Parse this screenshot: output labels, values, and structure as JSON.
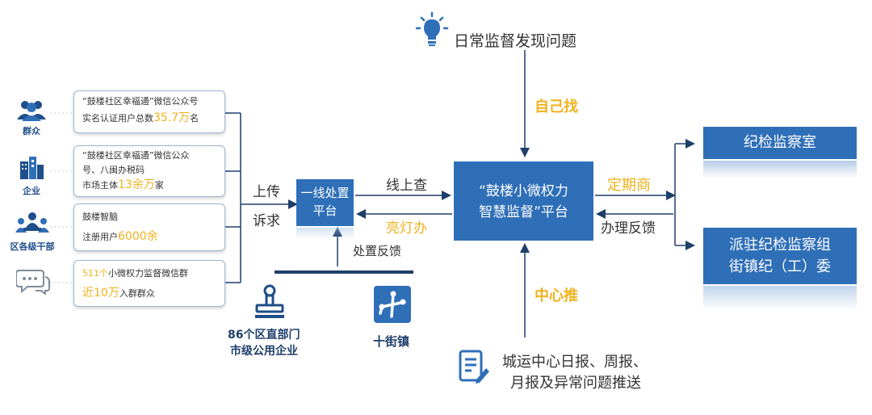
{
  "left_items": [
    {
      "icon": "people-icon",
      "label": "群众",
      "line1": "“鼓楼社区幸福通”微信公众号",
      "line2_pre": "实名认证用户总数",
      "line2_num": "35.7万",
      "line2_post": "名"
    },
    {
      "icon": "building-icon",
      "label": "企业",
      "line1": "“鼓楼社区幸福通”微信公众",
      "line1b": "号、八闽办税码",
      "line2_pre": "市场主体",
      "line2_num": "13余万",
      "line2_post": "家"
    },
    {
      "icon": "meeting-icon",
      "label": "区各级干部",
      "line1": "鼓楼智脑",
      "line2_pre": "注册用户",
      "line2_num": "6000余",
      "line2_post": ""
    },
    {
      "icon": "chat-icon",
      "label": "",
      "line1_num": "511个",
      "line1": "小微权力监督微信群",
      "line2_num": "近10万",
      "line2_post": "入群群众"
    }
  ],
  "upload_label_1": "上传",
  "upload_label_2": "诉求",
  "frontline_box": {
    "line1": "一线处置",
    "line2": "平台"
  },
  "online_check": "线上查",
  "light_handle": "亮灯办",
  "dispose_feedback": "处置反馈",
  "platform_box": {
    "line1": "“鼓楼小微权力",
    "line2": "智慧监督”平台"
  },
  "daily_supervision": "日常监督发现问题",
  "self_find": "自己找",
  "periodic": "定期商",
  "handle_feedback": "办理反馈",
  "center_push": "中心推",
  "report": {
    "line1": "城运中心日报、周报、",
    "line2": "月报及异常问题推送"
  },
  "right_box_1": "纪检监察室",
  "right_box_2": {
    "line1": "派驻纪检监察组",
    "line2": "街镇纪（工）委"
  },
  "dept": {
    "line1": "86个区直部门",
    "line2": "市级公用企业"
  },
  "streets": "十街镇",
  "colors": {
    "blue": "#2f6fb8",
    "yellow": "#f0b21e",
    "navy": "#1f4e8a"
  }
}
